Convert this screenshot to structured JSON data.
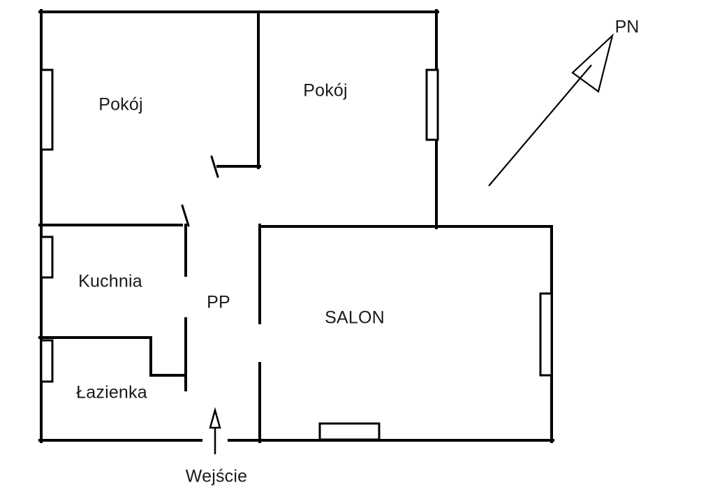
{
  "floorplan": {
    "rooms": [
      {
        "id": "pokoj-1",
        "label": "Pokój"
      },
      {
        "id": "pokoj-2",
        "label": "Pokój"
      },
      {
        "id": "kuchnia",
        "label": "Kuchnia"
      },
      {
        "id": "pp",
        "label": "PP"
      },
      {
        "id": "salon",
        "label": "SALON"
      },
      {
        "id": "lazienka",
        "label": "Łazienka"
      }
    ],
    "entrance": {
      "label": "Wejście"
    },
    "compass": {
      "label": "PN"
    },
    "colors": {
      "wall": "#000000",
      "background": "#ffffff"
    }
  }
}
